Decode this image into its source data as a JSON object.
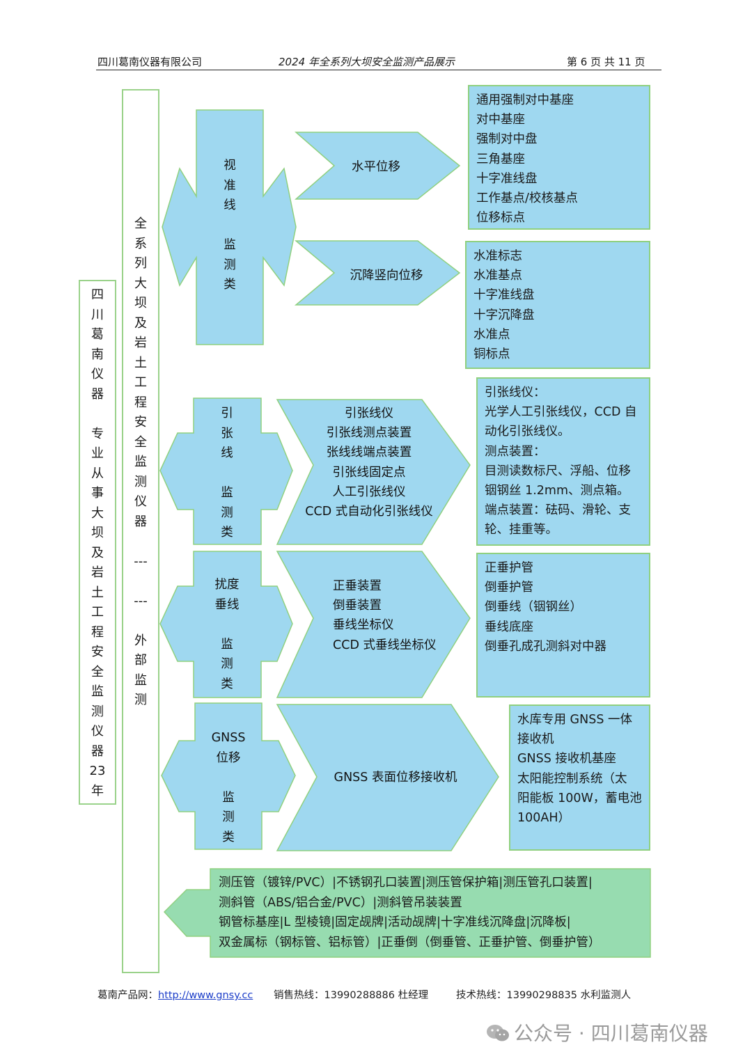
{
  "header": {
    "company": "四川葛南仪器有限公司",
    "title": "2024 年全系列大坝安全监测产品展示",
    "page": "第 6 页 共 11 页"
  },
  "left_box": {
    "chars": [
      "四",
      "川",
      "葛",
      "南",
      "仪",
      "器",
      "",
      "专",
      "业",
      "从",
      "事",
      "大",
      "坝",
      "及",
      "岩",
      "土",
      "工",
      "程",
      "安",
      "全",
      "监",
      "测",
      "仪",
      "器",
      "23",
      "年"
    ]
  },
  "main_box": {
    "chars": [
      "全",
      "系",
      "列",
      "大",
      "坝",
      "及",
      "岩",
      "土",
      "工",
      "程",
      "安",
      "全",
      "监",
      "测",
      "仪",
      "器",
      "",
      "---",
      "",
      "---",
      "",
      "外",
      "部",
      "监",
      "测"
    ]
  },
  "groups": [
    {
      "cross_label": [
        "视",
        "准",
        "线",
        "",
        "监",
        "测",
        "类"
      ],
      "chevrons": [
        {
          "lines": [
            "水平位移"
          ]
        },
        {
          "lines": [
            "沉降竖向位移"
          ]
        }
      ],
      "boxes": [
        {
          "lines": [
            "通用强制对中基座",
            "对中基座",
            "强制对中盘",
            "三角基座",
            "十字准线盘",
            "工作基点/校核基点",
            "位移标点"
          ]
        },
        {
          "lines": [
            "水准标志",
            "水准基点",
            "十字准线盘",
            "十字沉降盘",
            "水准点",
            "铜标点"
          ]
        }
      ]
    },
    {
      "cross_label": [
        "引",
        "张",
        "线",
        "",
        "监",
        "测",
        "类"
      ],
      "chevrons": [
        {
          "lines": [
            "引张线仪",
            "引张线测点装置",
            "张线线端点装置",
            "引张线固定点",
            "人工引张线仪",
            "CCD 式自动化引张线仪"
          ]
        }
      ],
      "boxes": [
        {
          "lines": [
            "引张线仪：",
            "光学人工引张线仪，CCD 自",
            "动化引张线仪。",
            "测点装置：",
            "目测读数标尺、浮船、位移",
            "铟钢丝 1.2mm、测点箱。",
            "端点装置：砝码、滑轮、支",
            "轮、挂重等。"
          ]
        }
      ]
    },
    {
      "cross_label": [
        "扰度",
        "垂线",
        "",
        "监",
        "测",
        "类"
      ],
      "chevrons": [
        {
          "lines": [
            "正垂装置",
            "倒垂装置",
            "垂线坐标仪",
            "CCD 式垂线坐标仪"
          ]
        }
      ],
      "boxes": [
        {
          "lines": [
            "正垂护管",
            "倒垂护管",
            "倒垂线（铟钢丝）",
            "垂线底座",
            "倒垂孔成孔测斜对中器"
          ]
        }
      ]
    },
    {
      "cross_label": [
        "GNSS",
        "位移",
        "",
        "监",
        "测",
        "类"
      ],
      "chevrons": [
        {
          "lines": [
            "GNSS 表面位移接收机"
          ]
        }
      ],
      "boxes": [
        {
          "lines": [
            "水库专用 GNSS 一体",
            "接收机",
            "GNSS 接收机基座",
            "太阳能控制系统（太",
            "阳能板 100W，蓄电池",
            "100AH）"
          ]
        }
      ]
    }
  ],
  "bottom": {
    "lines": [
      "测压管（镀锌/PVC）|不锈钢孔口装置|测压管保护箱|测压管孔口装置|",
      "测斜管（ABS/铝合金/PVC）|测斜管吊装装置",
      "钢管标基座|L 型棱镜|固定觇牌|活动觇牌|十字准线沉降盘|沉降板|",
      "双金属标（钢标管、铝标管）|正垂倒（倒垂管、正垂护管、倒垂护管）"
    ]
  },
  "footer": {
    "site_label": "葛南产品网：",
    "site_url": "http://www.gnsy.cc",
    "sales": "销售热线：13990288886 杜经理",
    "tech": "技术热线：13990298835 水利监测人"
  },
  "watermark": "公众号 · 四川葛南仪器",
  "colors": {
    "blue": "#9fd8f0",
    "green_fill": "#97dcb0",
    "border": "#8fd07f"
  }
}
